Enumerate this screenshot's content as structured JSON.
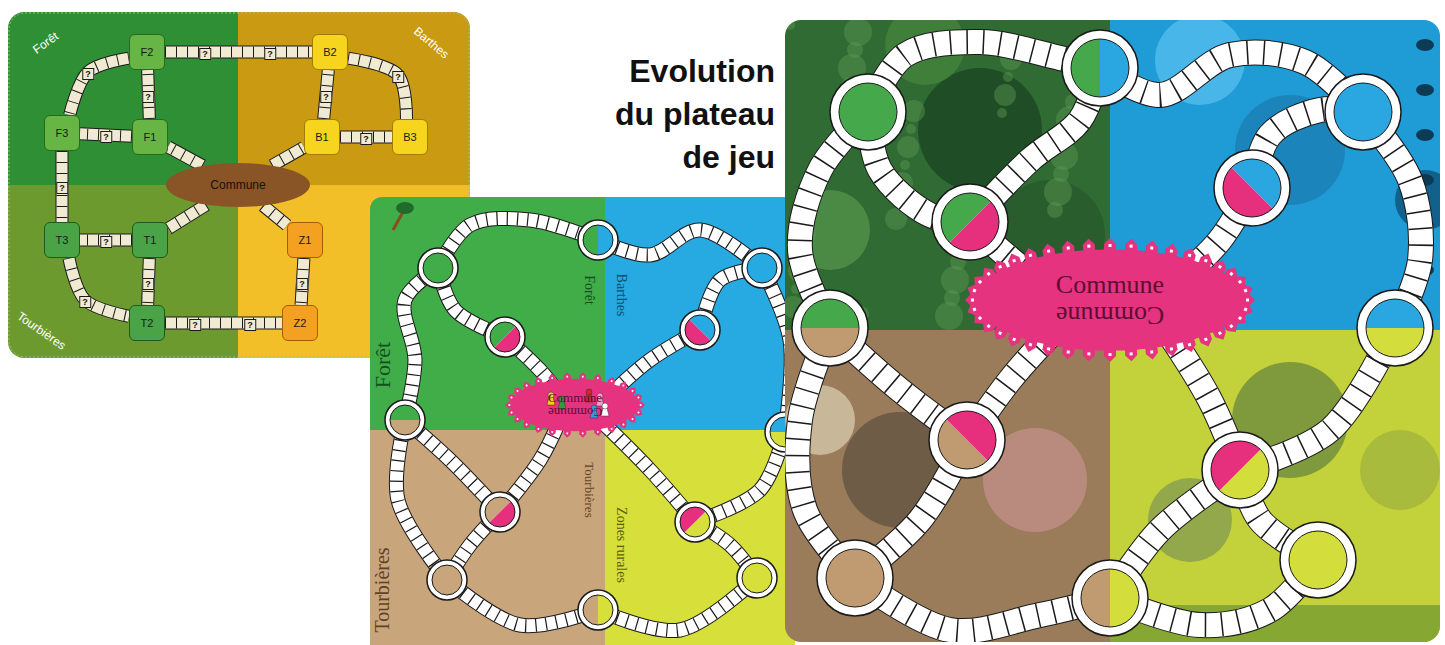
{
  "diagram": {
    "title": "Evolution du plateau de jeu",
    "nodes": [
      {
        "text": [
          "Forêt"
        ]
      },
      {
        "text": [
          "F2"
        ],
        "in": 0
      },
      {
        "text": [
          "F3"
        ],
        "in": 0
      },
      {
        "text": [
          "F1"
        ],
        "in": 0
      },
      {
        "text": [
          "Barthes"
        ]
      },
      {
        "text": [
          "B2"
        ],
        "in": 4
      },
      {
        "text": [
          "B1"
        ],
        "in": 4
      },
      {
        "text": [
          "B3"
        ],
        "in": 4
      },
      {
        "text": [
          "Commune"
        ]
      },
      {
        "text": [
          "Tourbières"
        ]
      },
      {
        "text": [
          "T3"
        ],
        "in": 9
      },
      {
        "text": [
          "T1"
        ],
        "in": 9
      },
      {
        "text": [
          "T2"
        ],
        "in": 9
      },
      {
        "text": [
          "Z1"
        ]
      },
      {
        "text": [
          "Z2"
        ]
      },
      {
        "text": [
          "Commune",
          "Commune"
        ]
      },
      {
        "text": [
          "Commune",
          "Commune"
        ]
      }
    ],
    "edges": [
      {
        "from": 8,
        "to": 3,
        "arrow": "none"
      },
      {
        "from": 8,
        "to": 6,
        "arrow": "none"
      },
      {
        "from": 8,
        "to": 11,
        "arrow": "none"
      },
      {
        "from": 8,
        "to": 13,
        "arrow": "none"
      },
      {
        "from": 3,
        "to": 1,
        "arrow": "none"
      },
      {
        "from": 3,
        "to": 2,
        "arrow": "none"
      },
      {
        "from": 1,
        "to": 2,
        "arrow": "none"
      },
      {
        "from": 2,
        "to": 10,
        "arrow": "none"
      },
      {
        "from": 1,
        "to": 5,
        "arrow": "none"
      },
      {
        "from": 5,
        "to": 7,
        "arrow": "none"
      },
      {
        "from": 6,
        "to": 7,
        "arrow": "none"
      },
      {
        "from": 6,
        "to": 5,
        "arrow": "none"
      },
      {
        "from": 11,
        "to": 10,
        "arrow": "none"
      },
      {
        "from": 11,
        "to": 12,
        "arrow": "none"
      },
      {
        "from": 10,
        "to": 12,
        "arrow": "none"
      },
      {
        "from": 12,
        "to": 14,
        "arrow": "none"
      },
      {
        "from": 13,
        "to": 14,
        "arrow": "none"
      }
    ],
    "labels": [
      "?",
      "?",
      "?",
      "?",
      "?",
      "?",
      "?",
      "?",
      "?",
      "?",
      "?",
      "?",
      "?",
      "?",
      "?",
      "Forêt",
      "Barthes",
      "Forêt",
      "Tourbières",
      "Zones rurales",
      "Tourbières"
    ]
  }
}
